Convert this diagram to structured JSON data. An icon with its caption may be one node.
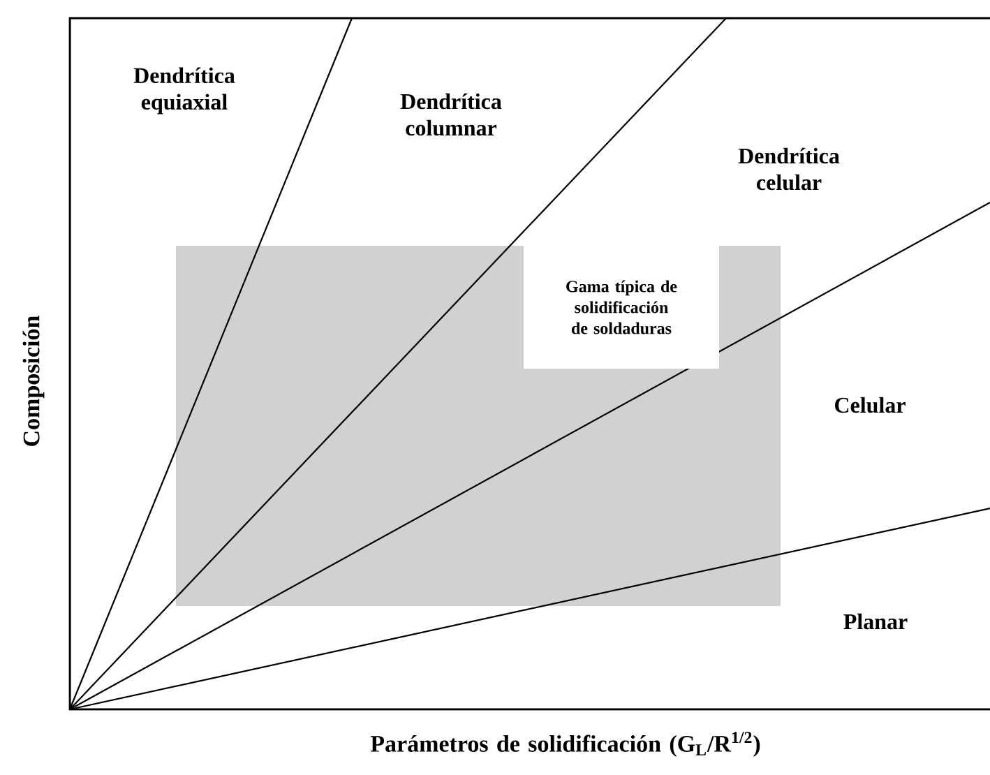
{
  "diagram": {
    "nodes": [
      {
        "text": [
          "Gama típica de solidificación de soldaduras"
        ]
      }
    ],
    "labels": [
      "Dendrítica equiaxial",
      "Dendrítica columnar",
      "Dendrítica celular",
      "Celular",
      "Planar",
      "Composición",
      "Parámetros de solidificación (G$_{L}$/R$^{1/2}$)"
    ]
  }
}
